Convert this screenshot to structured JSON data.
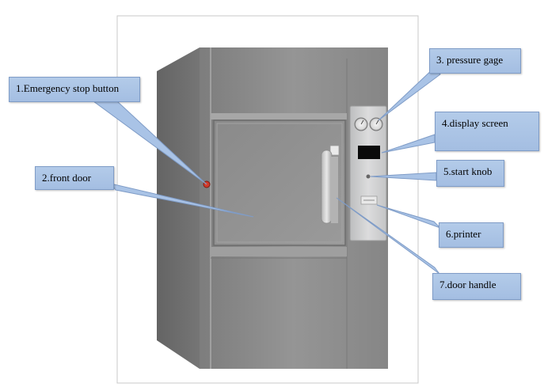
{
  "callouts": [
    {
      "id": "emergency-stop",
      "label": "1.Emergency stop button"
    },
    {
      "id": "front-door",
      "label": "2.front door"
    },
    {
      "id": "pressure-gage",
      "label": "3. pressure gage"
    },
    {
      "id": "display-screen",
      "label": "4.display screen"
    },
    {
      "id": "start-knob",
      "label": "5.start knob"
    },
    {
      "id": "printer",
      "label": "6.printer"
    },
    {
      "id": "door-handle",
      "label": "7.door handle"
    }
  ],
  "colors": {
    "callout_fill": "#a9c3e6",
    "callout_border": "#7f9cc7",
    "cabinet_front": "#8e8e8e",
    "cabinet_side": "#6f6f6f",
    "control_panel": "#cfd0d2",
    "emergency_button": "#d23a2a"
  }
}
